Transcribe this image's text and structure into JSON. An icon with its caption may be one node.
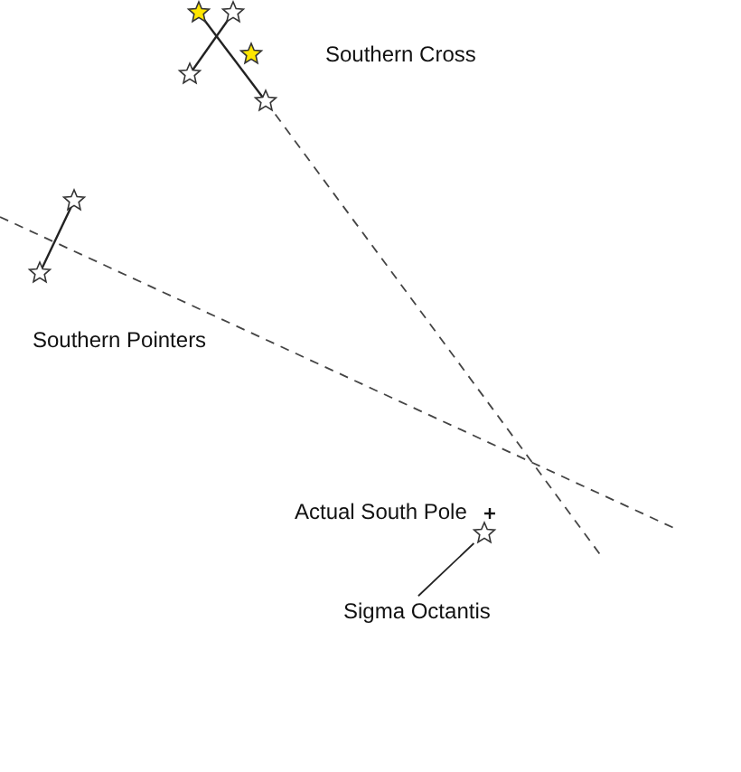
{
  "diagram": {
    "nodes": [
      {
        "text": [
          "Sigma Octantis"
        ]
      },
      {
        "text": [],
        "shape": "star"
      }
    ],
    "edges": [
      {
        "from": 0,
        "to": 1,
        "arrow": "none"
      }
    ],
    "labels": [
      "Southern Cross",
      "Southern Pointers",
      "Actual South Pole"
    ]
  }
}
